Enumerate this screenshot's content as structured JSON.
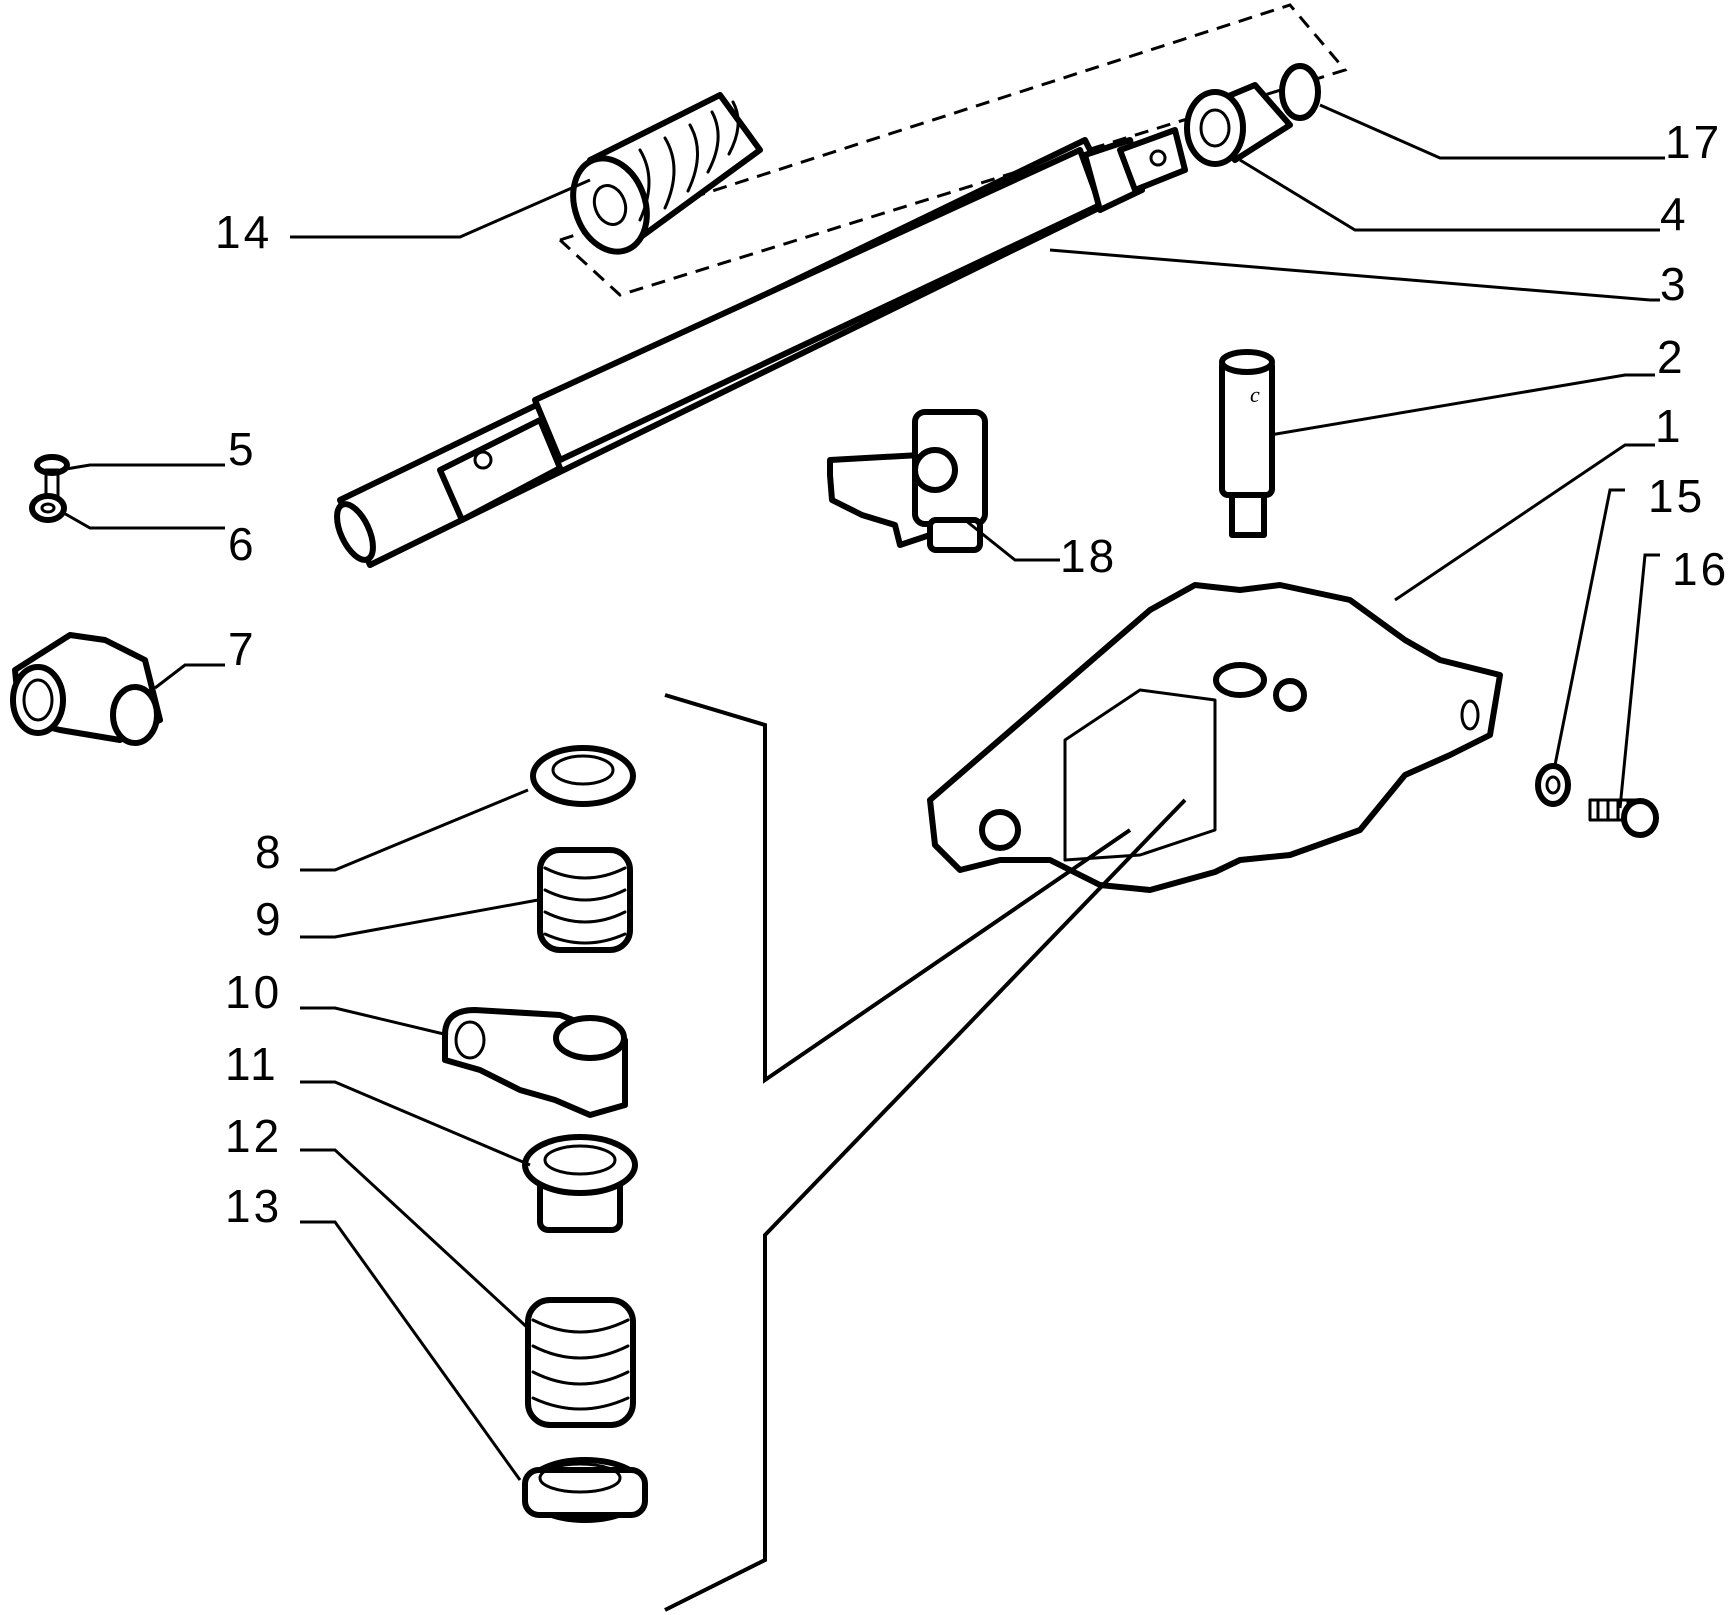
{
  "diagram": {
    "callouts": {
      "c1": "1",
      "c2": "2",
      "c3": "3",
      "c4": "4",
      "c5": "5",
      "c6": "6",
      "c7": "7",
      "c8": "8",
      "c9": "9",
      "c10": "10",
      "c11": "11",
      "c12": "12",
      "c13": "13",
      "c14": "14",
      "c15": "15",
      "c16": "16",
      "c17": "17",
      "c18": "18"
    },
    "pin_marking": "c"
  }
}
